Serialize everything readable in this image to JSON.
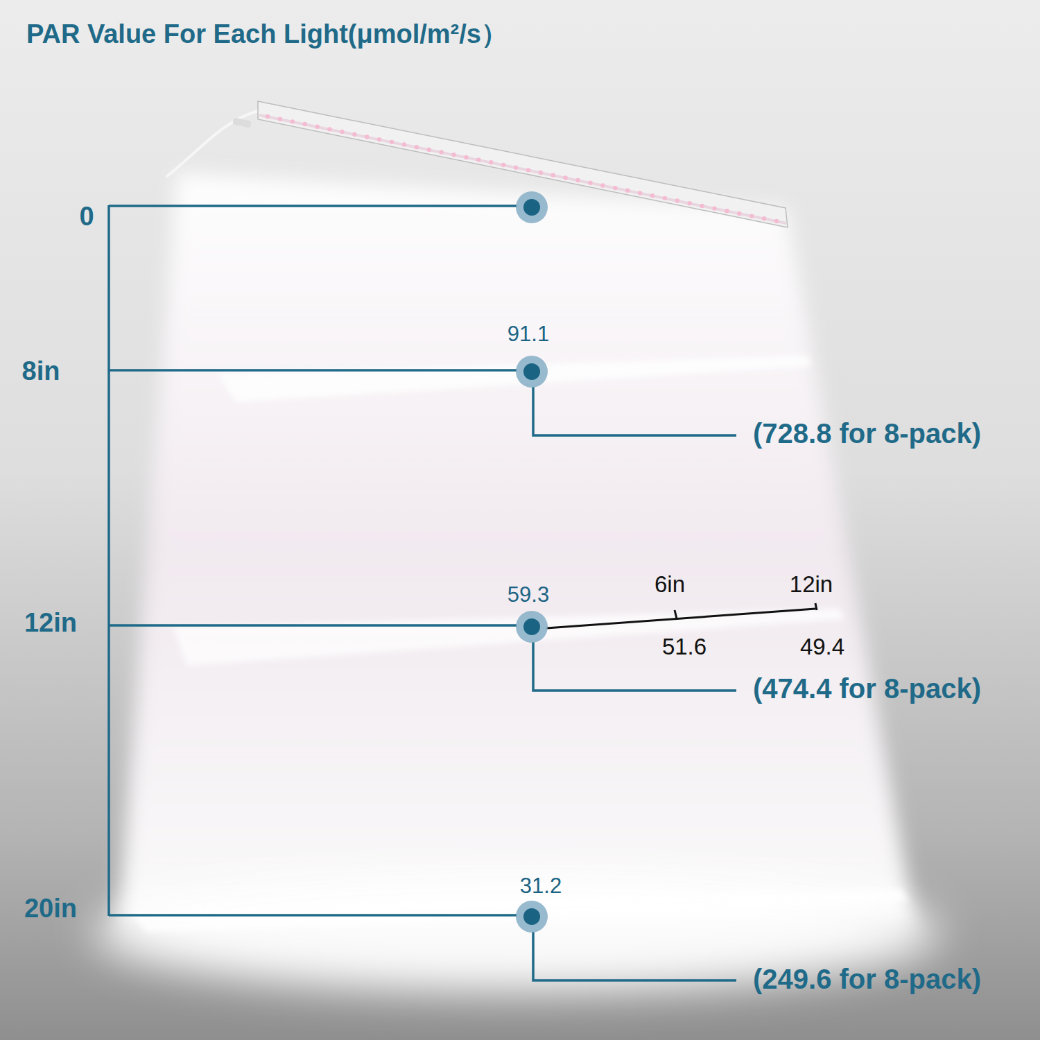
{
  "diagram": {
    "title": "PAR Value For Each Light(μmol/m²/s）",
    "labels": [
      "0",
      "8in",
      "12in",
      "20in",
      "91.1",
      "(728.8 for 8-pack)",
      "59.3",
      "6in",
      "12in",
      "51.6",
      "49.4",
      "(474.4 for 8-pack)",
      "31.2",
      "(249.6 for 8-pack)"
    ]
  }
}
